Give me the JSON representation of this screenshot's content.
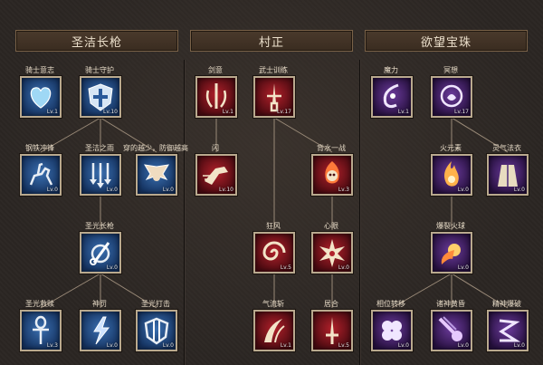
{
  "columns": [
    {
      "title": "圣洁长枪"
    },
    {
      "title": "村正"
    },
    {
      "title": "欲望宝珠"
    }
  ],
  "skills": [
    {
      "id": "s1",
      "name": "骑士意志",
      "level": "Lv.1",
      "icon": "heart-icon",
      "color": "blue"
    },
    {
      "id": "s2",
      "name": "骑士守护",
      "level": "Lv.10",
      "icon": "cross-shield-icon",
      "color": "blue"
    },
    {
      "id": "s3",
      "name": "钢铁冲锋",
      "level": "Lv.0",
      "icon": "horse-rider-icon",
      "color": "blue"
    },
    {
      "id": "s4",
      "name": "圣洁之雨",
      "level": "Lv.0",
      "icon": "falling-arrows-icon",
      "color": "blue"
    },
    {
      "id": "s5",
      "name": "穿的越少，防御越高",
      "level": "Lv.0",
      "icon": "winged-eagle-icon",
      "color": "blue"
    },
    {
      "id": "s6",
      "name": "圣光长枪",
      "level": "Lv.0",
      "icon": "holy-spear-icon",
      "color": "blue"
    },
    {
      "id": "s7",
      "name": "圣光救赎",
      "level": "Lv.3",
      "icon": "ankh-icon",
      "color": "blue"
    },
    {
      "id": "s8",
      "name": "神罚",
      "level": "Lv.0",
      "icon": "lightning-icon",
      "color": "blue"
    },
    {
      "id": "s9",
      "name": "圣光打击",
      "level": "Lv.0",
      "icon": "shield-strike-icon",
      "color": "blue"
    },
    {
      "id": "m1",
      "name": "剑意",
      "level": "Lv.1",
      "icon": "laurel-sword-icon",
      "color": "red"
    },
    {
      "id": "m2",
      "name": "武士训练",
      "level": "Lv.17",
      "icon": "katana-icon",
      "color": "red"
    },
    {
      "id": "m3",
      "name": "闪",
      "level": "Lv.10",
      "icon": "dash-warrior-icon",
      "color": "red"
    },
    {
      "id": "m4",
      "name": "背水一战",
      "level": "Lv.3",
      "icon": "flaming-skull-icon",
      "color": "red"
    },
    {
      "id": "m5",
      "name": "狂风",
      "level": "Lv.5",
      "icon": "whirlwind-icon",
      "color": "red"
    },
    {
      "id": "m6",
      "name": "心眼",
      "level": "Lv.0",
      "icon": "starburst-icon",
      "color": "red"
    },
    {
      "id": "m7",
      "name": "气流斩",
      "level": "Lv.1",
      "icon": "air-slash-icon",
      "color": "red"
    },
    {
      "id": "m8",
      "name": "居合",
      "level": "Lv.5",
      "icon": "iai-sword-icon",
      "color": "red"
    },
    {
      "id": "d1",
      "name": "魔力",
      "level": "Lv.1",
      "icon": "magic-swirl-icon",
      "color": "purple"
    },
    {
      "id": "d2",
      "name": "冥想",
      "level": "Lv.17",
      "icon": "meditation-head-icon",
      "color": "purple"
    },
    {
      "id": "d3",
      "name": "火元素",
      "level": "Lv.0",
      "icon": "fire-element-icon",
      "color": "purple"
    },
    {
      "id": "d4",
      "name": "灵气法衣",
      "level": "Lv.0",
      "icon": "aura-robe-icon",
      "color": "purple"
    },
    {
      "id": "d5",
      "name": "爆裂火球",
      "level": "Lv.0",
      "icon": "fireball-icon",
      "color": "purple"
    },
    {
      "id": "d6",
      "name": "相位转移",
      "level": "Lv.0",
      "icon": "phase-clover-icon",
      "color": "purple"
    },
    {
      "id": "d7",
      "name": "诸神黄昏",
      "level": "Lv.0",
      "icon": "meteor-icon",
      "color": "purple"
    },
    {
      "id": "d8",
      "name": "精神爆破",
      "level": "Lv.0",
      "icon": "mind-blast-icon",
      "color": "purple"
    }
  ],
  "links": [
    [
      "s2",
      "s3"
    ],
    [
      "s2",
      "s4"
    ],
    [
      "s2",
      "s5"
    ],
    [
      "s4",
      "s6"
    ],
    [
      "s6",
      "s7"
    ],
    [
      "s6",
      "s8"
    ],
    [
      "s6",
      "s9"
    ],
    [
      "m1",
      "m3"
    ],
    [
      "m2",
      "m4"
    ],
    [
      "m2",
      "m5"
    ],
    [
      "m4",
      "m6"
    ],
    [
      "m5",
      "m7"
    ],
    [
      "m6",
      "m8"
    ],
    [
      "d2",
      "d3"
    ],
    [
      "d2",
      "d4"
    ],
    [
      "d3",
      "d5"
    ],
    [
      "d5",
      "d6"
    ],
    [
      "d5",
      "d7"
    ],
    [
      "d5",
      "d8"
    ]
  ],
  "colors": {
    "blue": "#2a5a9a",
    "red": "#9a1a22",
    "purple": "#4a2a78",
    "frame": "#b9a98e"
  }
}
